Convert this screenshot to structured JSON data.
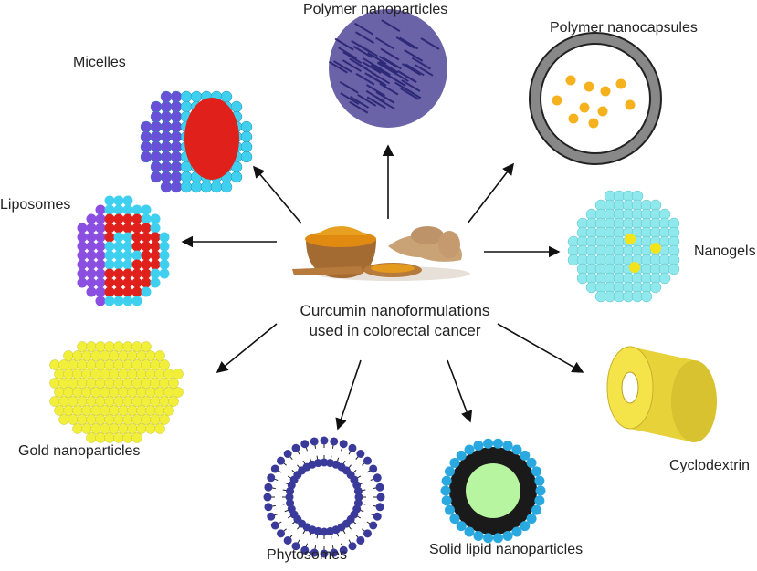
{
  "center_label": {
    "line1": "Curcumin nanoformulations",
    "line2": "used in colorectal cancer"
  },
  "labels": {
    "polymer_nanoparticles": "Polymer nanoparticles",
    "micelles": "Micelles",
    "polymer_nanocapsules": "Polymer nanocapsules",
    "liposomes": "Liposomes",
    "nanogels": "Nanogels",
    "gold_nanoparticles": "Gold nanoparticles",
    "cyclodextrin": "Cyclodextrin",
    "phytosomes": "Phytosomes",
    "solid_lipid_nanoparticles": "Solid lipid nanoparticles"
  },
  "colors": {
    "cyan": "#3fd0ef",
    "purple": "#6a4fd8",
    "red": "#e0201a",
    "gold": "#f2ef3a",
    "orange": "#f5b21e",
    "turmeric": "#e39a1e",
    "green": "#b8f5a0",
    "navy": "#3a3a9a"
  }
}
